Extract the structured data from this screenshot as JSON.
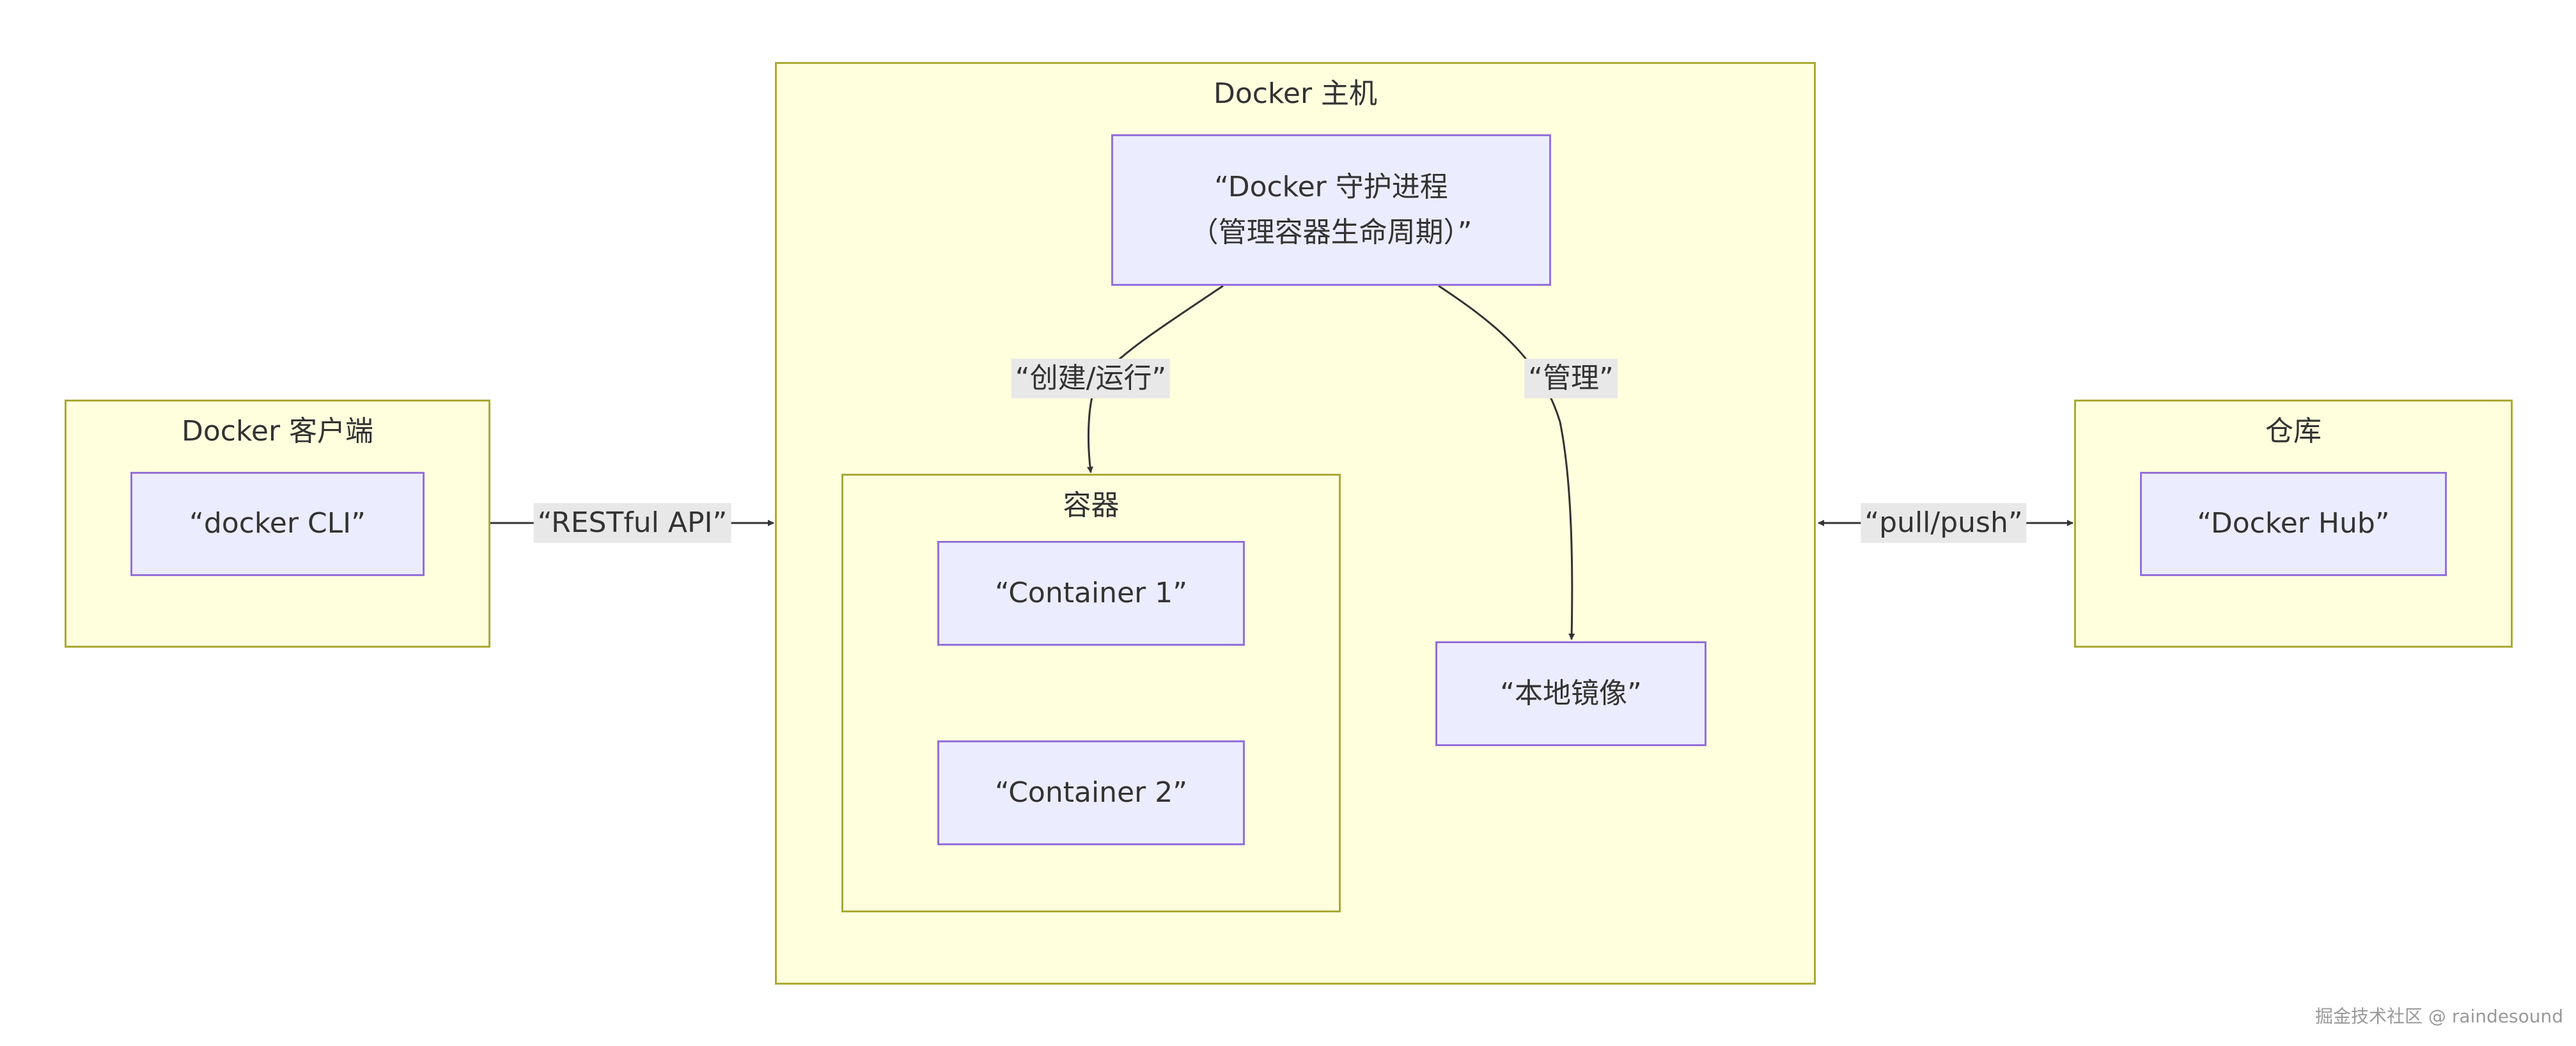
{
  "clusters": {
    "client": {
      "title": "Docker 客户端"
    },
    "host": {
      "title": "Docker 主机"
    },
    "containers": {
      "title": "容器"
    },
    "registry": {
      "title": "仓库"
    }
  },
  "nodes": {
    "docker_cli": "“docker CLI”",
    "daemon_line1": "“Docker 守护进程",
    "daemon_line2": "（管理容器生命周期）”",
    "container1": "“Container 1”",
    "container2": "“Container 2”",
    "local_images": "“本地镜像”",
    "docker_hub": "“Docker Hub”"
  },
  "edges": {
    "restful_api": "“RESTful API”",
    "create_run": "“创建/运行”",
    "manage": "“管理”",
    "pull_push": "“pull/push”"
  },
  "colors": {
    "cluster_fill": "#ffffde",
    "cluster_border": "#aaaa33",
    "node_fill": "#ececff",
    "node_border": "#9370db",
    "edge": "#333333",
    "label_bg": "#e8e8e8"
  },
  "watermark": "掘金技术社区 @ raindesound"
}
